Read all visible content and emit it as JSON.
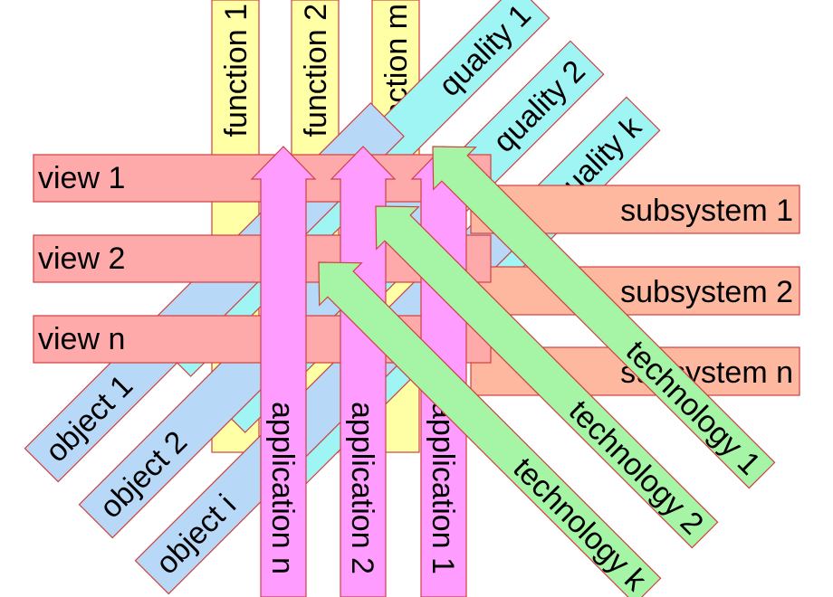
{
  "colors": {
    "function": "#ffffa6",
    "quality": "#9ff4f4",
    "object": "#b8d8f8",
    "view": "#ffaaaa",
    "subsystem": "#ffb8a0",
    "application": "#ff9cff",
    "technology": "#a6f5a6",
    "stroke": "#d04040"
  },
  "functions": [
    "function 1",
    "function 2",
    "function m"
  ],
  "qualities": [
    "quality 1",
    "quality 2",
    "quality k"
  ],
  "objects": [
    "object 1",
    "object 2",
    "object i"
  ],
  "views": [
    "view 1",
    "view 2",
    "view n"
  ],
  "subsystems": [
    "subsystem 1",
    "subsystem 2",
    "subsystem n"
  ],
  "applications": [
    "application n",
    "application 2",
    "application 1"
  ],
  "technologies": [
    "technology 1",
    "technology 2",
    "technology k"
  ]
}
